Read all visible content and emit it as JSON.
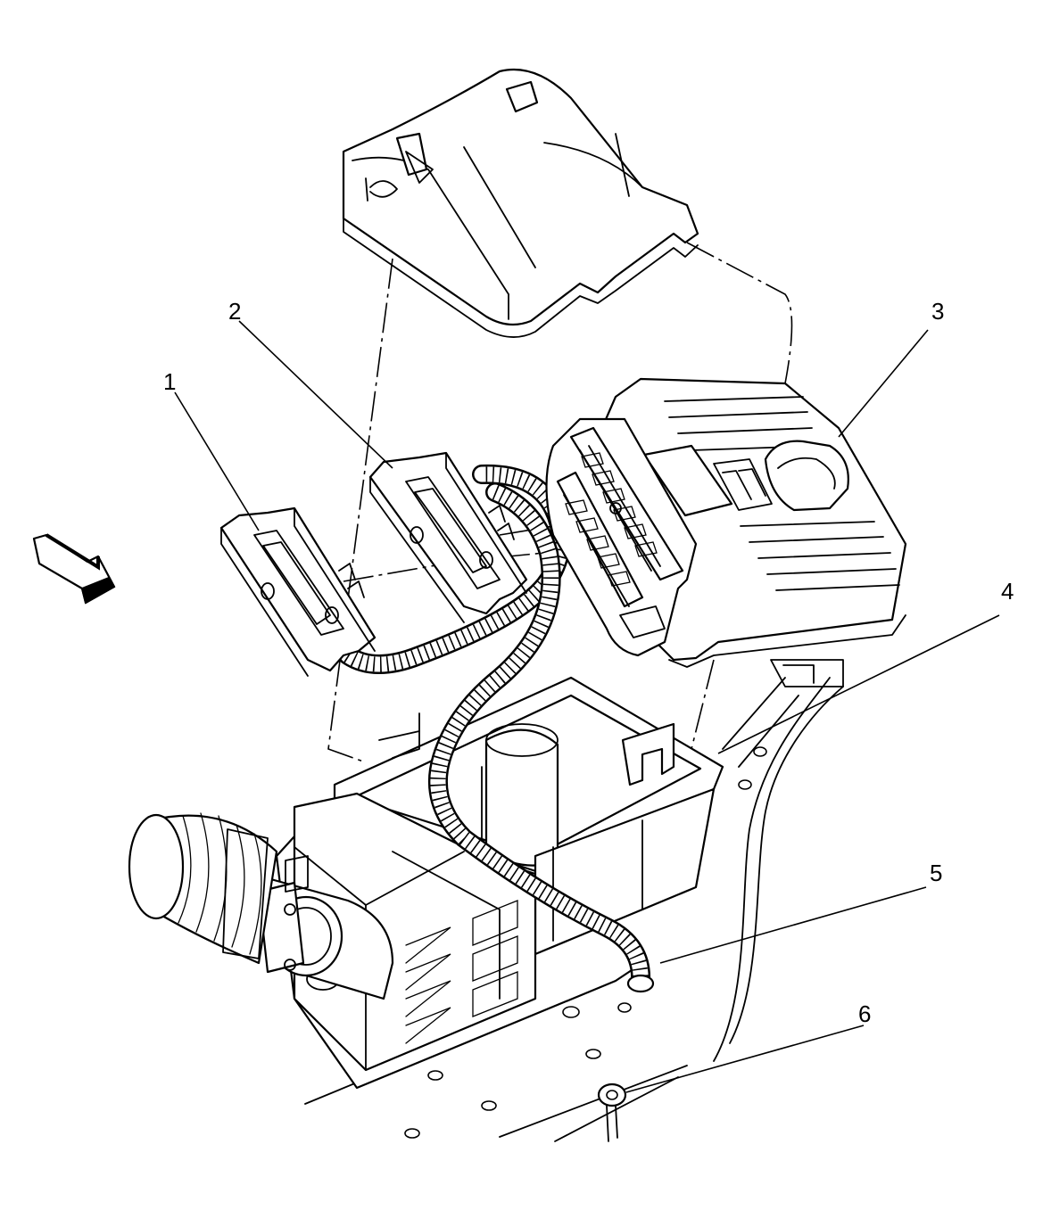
{
  "callouts": [
    {
      "id": "1",
      "label": "1"
    },
    {
      "id": "2",
      "label": "2"
    },
    {
      "id": "3",
      "label": "3"
    },
    {
      "id": "4",
      "label": "4"
    },
    {
      "id": "5",
      "label": "5"
    },
    {
      "id": "6",
      "label": "6"
    }
  ],
  "icons": {
    "view_direction": "view-direction-arrow-icon"
  }
}
